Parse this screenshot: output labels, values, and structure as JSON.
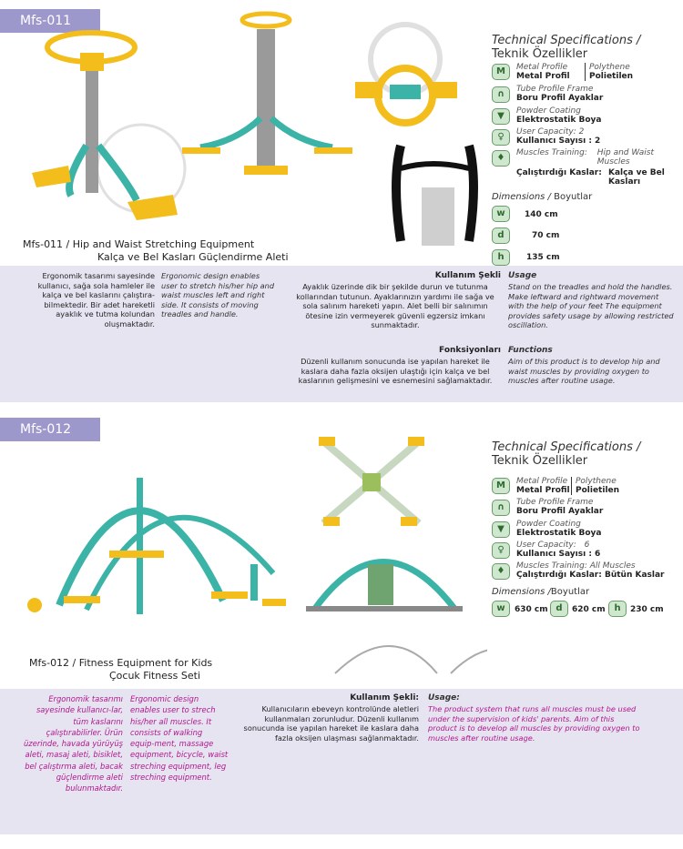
{
  "p1": {
    "tag": "Mfs-011",
    "spec_en": "Technical Specifications /",
    "spec_tr": "Teknik Özellikler",
    "metal_en": "Metal Profile",
    "metal_tr": "Metal Profil",
    "poly_en": "Polythene",
    "poly_tr": "Polietilen",
    "tube_en": "Tube Profile Frame",
    "tube_tr": "Boru Profil Ayaklar",
    "powder_en": "Powder Coating",
    "powder_tr": "Elektrostatik Boya",
    "cap_en": "User Capacity:",
    "cap_val_en": "2",
    "cap_tr": "Kullanıcı Sayısı : 2",
    "muscle_en": "Muscles Training:",
    "muscle_val_en": "Hip and Waist Muscles",
    "muscle_tr": "Çalıştırdığı Kaslar:",
    "muscle_val_tr": "Kalça ve Bel Kasları",
    "dim_en": "Dimensions /",
    "dim_tr": "Boyutlar",
    "dim_w": "140 cm",
    "dim_d": "70 cm",
    "dim_h": "135 cm",
    "caption_en": "Mfs-011 / Hip and Waist Stretching Equipment",
    "caption_tr": "Kalça ve Bel Kasları Güçlendirme Aleti",
    "desc_tr": "Ergonomik tasarımı sayesinde kullanıcı, sağa sola hamleler ile kalça ve bel kaslarını çalıştıra-bilmektedir. Bir adet hareketli ayaklık ve tutma kolundan oluşmaktadır.",
    "desc_en": "Ergonomic design enables user to stretch his/her hip and waist muscles left and right side. It consists of moving treadles and handle.",
    "usage_tr_head": "Kullanım Şekli",
    "usage_tr": "Ayaklık üzerinde dik bir şekilde durun ve tutunma kollarından tutunun. Ayaklarınızın yardımı ile sağa ve sola salınım hareketi yapın. Alet belli bir salınımın ötesine izin vermeyerek güvenli egzersiz imkanı sunmaktadır.",
    "usage_en_head": "Usage",
    "usage_en": "Stand on the treadles and hold the handles. Make leftward and rightward movement with the help of your feet The equipment provides safety usage by allowing restricted oscillation.",
    "func_tr_head": "Fonksiyonları",
    "func_tr": "Düzenli kullanım sonucunda ise yapılan hareket ile kaslara daha fazla oksijen ulaştığı için kalça ve bel kaslarının gelişmesini ve esnemesini sağlamaktadır.",
    "func_en_head": "Functions",
    "func_en": "Aim of this product is to develop hip and waist muscles by providing oxygen to muscles after routine usage."
  },
  "p2": {
    "tag": "Mfs-012",
    "spec_en": "Technical Specifications /",
    "spec_tr": "Teknik Özellikler",
    "metal_en": "Metal Profile",
    "metal_tr": "Metal Profil",
    "poly_en": "Polythene",
    "poly_tr": "Polietilen",
    "tube_en": "Tube Profile Frame",
    "tube_tr": "Boru Profil Ayaklar",
    "powder_en": "Powder Coating",
    "powder_tr": "Elektrostatik Boya",
    "cap_en": "User Capacity:",
    "cap_val_en": "6",
    "cap_tr": "Kullanıcı Sayısı : 6",
    "muscle_en": "Muscles Training:",
    "muscle_val_en": "All Muscles",
    "muscle_tr": "Çalıştırdığı Kaslar:",
    "muscle_val_tr": "Bütün Kaslar",
    "dim_en": "Dimensions /",
    "dim_tr": "Boyutlar",
    "dim_w": "630 cm",
    "dim_d": "620 cm",
    "dim_h": "230 cm",
    "caption_en": "Mfs-012 / Fitness Equipment for Kids",
    "caption_tr": "Çocuk Fitness Seti",
    "desc_tr": "Ergonomik tasarımı sayesinde kullanıcı-lar, tüm kaslarını çalıştırabilirler. Ürün üzerinde, havada yürüyüş aleti, masaj aleti, bisiklet, bel çalıştırma aleti, bacak güçlendirme aleti bulunmaktadır.",
    "desc_en": "Ergonomic design enables user to strech his/her all muscles. It consists of walking equip-ment, massage equipment, bicycle, waist streching equipment, leg streching equipment.",
    "usage_tr_head": "Kullanım Şekli:",
    "usage_tr": "Kullanıcıların ebeveyn kontrolünde aletleri kullanmaları zorunludur. Düzenli kullanım sonucunda ise yapılan hareket ile kaslara daha fazla oksijen ulaşması sağlanmaktadır.",
    "usage_en_head": "Usage:",
    "usage_en": "The product system that runs all muscles must be used under the supervision of kids' parents. Aim of this product is to develop all muscles by providing oxygen to muscles after routine usage."
  },
  "icons": {
    "m": "M",
    "tube": "∩",
    "powder": "▼",
    "cap": "♀",
    "muscle": "♦",
    "w": "w",
    "d": "d",
    "h": "h"
  },
  "colors": {
    "tag": "#9d98cc",
    "band": "#e6e4f1",
    "frame": "#3bb3a6",
    "yellow": "#f3bd1c",
    "pink": "#b0168c"
  }
}
